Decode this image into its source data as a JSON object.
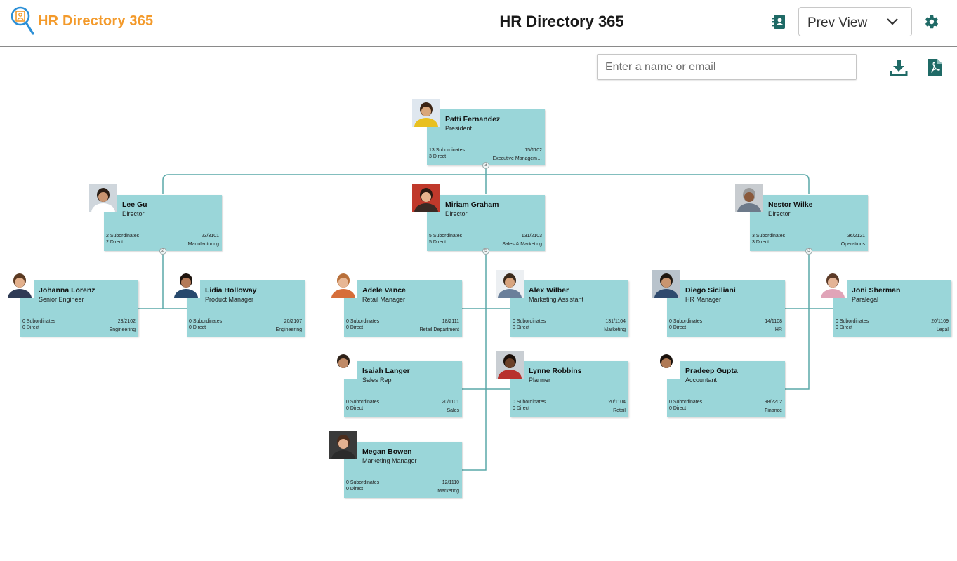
{
  "header": {
    "logo_text": "HR Directory 365",
    "title": "HR Directory 365",
    "view_select": {
      "selected": "Prev View"
    },
    "icons": {
      "contact": "contact-card-icon",
      "settings": "gear-icon",
      "chevron": "chevron-down-icon"
    }
  },
  "toolbar": {
    "search_placeholder": "Enter a name or email",
    "icons": {
      "download": "download-icon",
      "pdf": "pdf-icon"
    }
  },
  "colors": {
    "accent": "#1f6a66",
    "logo_orange": "#f39a2b",
    "logo_blue": "#2b8fd6",
    "node_fill": "#9ad6d9",
    "connector": "#5aa8a8"
  },
  "org": {
    "nodes": [
      {
        "name": "Patti Fernandez",
        "title": "President",
        "subordinates": "13 Subordinates",
        "direct": "3 Direct",
        "room": "15/1102",
        "dept": "Executive Managem…",
        "expander": "3",
        "skin": "#d9a67a",
        "hair": "#3b2414",
        "shirt": "#e8c020",
        "bg": "#dfe7ef"
      },
      {
        "name": "Lee Gu",
        "title": "Director",
        "subordinates": "2 Subordinates",
        "direct": "2 Direct",
        "room": "23/3101",
        "dept": "Manufacturing",
        "expander": "2",
        "skin": "#c89470",
        "hair": "#2a1d14",
        "shirt": "#ffffff",
        "bg": "#cfd6dc"
      },
      {
        "name": "Miriam Graham",
        "title": "Director",
        "subordinates": "5 Subordinates",
        "direct": "5 Direct",
        "room": "131/2103",
        "dept": "Sales & Marketing",
        "expander": "5",
        "skin": "#e6b48e",
        "hair": "#2b1a12",
        "shirt": "#3a2a24",
        "bg": "#c0392b"
      },
      {
        "name": "Nestor Wilke",
        "title": "Director",
        "subordinates": "3 Subordinates",
        "direct": "3 Direct",
        "room": "36/2121",
        "dept": "Operations",
        "expander": "3",
        "skin": "#8a5a3c",
        "hair": "#9a9a9a",
        "shirt": "#6d7a8a",
        "bg": "#c8ccd0"
      },
      {
        "name": "Johanna Lorenz",
        "title": "Senior Engineer",
        "subordinates": "0 Subordinates",
        "direct": "0 Direct",
        "room": "23/2102",
        "dept": "Engineering",
        "skin": "#e3b08c",
        "hair": "#5b3a22",
        "shirt": "#2f3b55",
        "bg": "#ffffff"
      },
      {
        "name": "Lidia Holloway",
        "title": "Product Manager",
        "subordinates": "0 Subordinates",
        "direct": "0 Direct",
        "room": "20/2107",
        "dept": "Engineering",
        "skin": "#b47a58",
        "hair": "#1e140e",
        "shirt": "#27496d",
        "bg": "#ffffff"
      },
      {
        "name": "Adele Vance",
        "title": "Retail Manager",
        "subordinates": "0 Subordinates",
        "direct": "0 Direct",
        "room": "18/2111",
        "dept": "Retail Department",
        "skin": "#e7b795",
        "hair": "#b8703a",
        "shirt": "#d66e3a",
        "bg": "#ffffff"
      },
      {
        "name": "Alex Wilber",
        "title": "Marketing Assistant",
        "subordinates": "0 Subordinates",
        "direct": "0 Direct",
        "room": "131/1104",
        "dept": "Marketing",
        "skin": "#d8a47e",
        "hair": "#3a2a1c",
        "shirt": "#6a7f9a",
        "bg": "#eceff2"
      },
      {
        "name": "Diego Siciliani",
        "title": "HR Manager",
        "subordinates": "0 Subordinates",
        "direct": "0 Direct",
        "room": "14/1108",
        "dept": "HR",
        "skin": "#c99570",
        "hair": "#1e160f",
        "shirt": "#2f4a6e",
        "bg": "#b9c3cc"
      },
      {
        "name": "Joni Sherman",
        "title": "Paralegal",
        "subordinates": "0 Subordinates",
        "direct": "0 Direct",
        "room": "20/1109",
        "dept": "Legal",
        "skin": "#e4b496",
        "hair": "#5c3b28",
        "shirt": "#e0a4b8",
        "bg": "#ffffff"
      },
      {
        "name": "Isaiah Langer",
        "title": "Sales Rep",
        "subordinates": "0 Subordinates",
        "direct": "0 Direct",
        "room": "20/1101",
        "dept": "Sales",
        "skin": "#c08a66",
        "hair": "#2e2118",
        "shirt": "#ffffff",
        "bg": "#ffffff"
      },
      {
        "name": "Lynne Robbins",
        "title": "Planner",
        "subordinates": "0 Subordinates",
        "direct": "0 Direct",
        "room": "20/1104",
        "dept": "Retail",
        "skin": "#6b4028",
        "hair": "#1a0f09",
        "shirt": "#b8322e",
        "bg": "#c9ced3"
      },
      {
        "name": "Pradeep Gupta",
        "title": "Accountant",
        "subordinates": "0 Subordinates",
        "direct": "0 Direct",
        "room": "98/2202",
        "dept": "Finance",
        "skin": "#b07a55",
        "hair": "#1a120c",
        "shirt": "#ffffff",
        "bg": "#ffffff"
      },
      {
        "name": "Megan Bowen",
        "title": "Marketing Manager",
        "subordinates": "0 Subordinates",
        "direct": "0 Direct",
        "room": "12/1110",
        "dept": "Marketing",
        "skin": "#e4b190",
        "hair": "#4a2c1c",
        "shirt": "#2b2b2b",
        "bg": "#3a3a3a"
      }
    ]
  }
}
